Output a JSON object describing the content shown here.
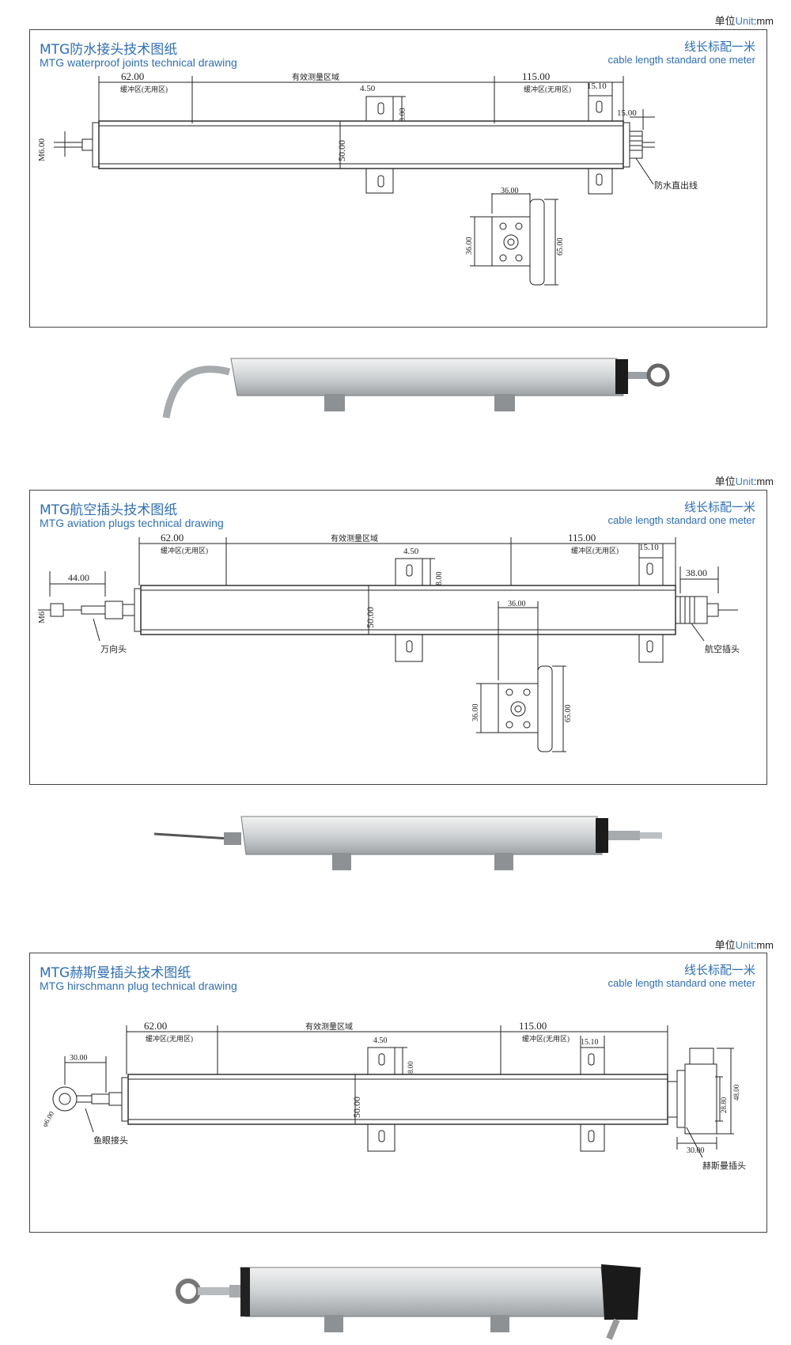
{
  "unit_label": {
    "prefix": "单位",
    "unit": "Unit",
    "suffix": ":mm"
  },
  "sections": [
    {
      "title_cn": "MTG防水接头技术图纸",
      "title_en": "MTG waterproof joints technical drawing",
      "cable_cn": "线长标配一米",
      "cable_en": "cable length standard one meter",
      "dim_left": "62.00",
      "buffer_left": "缓冲区(无用区)",
      "effective": "有效测量区域",
      "dim_right": "115.00",
      "buffer_right": "缓冲区(无用区)",
      "dim_mount_w": "15.10",
      "dim_hole": "4.50",
      "dim_hole_h": "8.00",
      "dim_height": "50.00",
      "dim_thread": "M6.00",
      "dim_end": "15.00",
      "end_label": "防水直出线",
      "dim_face_w": "36.00",
      "dim_face_h": "36.00",
      "dim_face_total": "65.00"
    },
    {
      "title_cn": "MTG航空插头技术图纸",
      "title_en": "MTG aviation plugs technical drawing",
      "cable_cn": "线长标配一米",
      "cable_en": "cable length standard one meter",
      "dim_left": "62.00",
      "buffer_left": "缓冲区(无用区)",
      "effective": "有效测量区域",
      "dim_right": "115.00",
      "buffer_right": "缓冲区(无用区)",
      "dim_mount_w": "15.10",
      "dim_hole": "4.50",
      "dim_hole_h": "8.00",
      "dim_height": "50.00",
      "dim_thread": "M6",
      "dim_rod": "44.00",
      "rod_label": "万向头",
      "dim_end": "38.00",
      "end_label": "航空插头",
      "dim_face_w": "36.00",
      "dim_face_h": "36.00",
      "dim_face_total": "65.00"
    },
    {
      "title_cn": "MTG赫斯曼插头技术图纸",
      "title_en": "MTG hirschmann plug technical drawing",
      "cable_cn": "线长标配一米",
      "cable_en": "cable length standard one meter",
      "dim_left": "62.00",
      "buffer_left": "缓冲区(无用区)",
      "effective": "有效测量区域",
      "dim_right": "115.00",
      "buffer_right": "缓冲区(无用区)",
      "dim_mount_w": "15.10",
      "dim_hole": "4.50",
      "dim_hole_h": "8.00",
      "dim_height": "50.00",
      "dim_thread": "φ6.00",
      "dim_rod": "30.00",
      "rod_label": "鱼眼接头",
      "dim_plug_w": "30.00",
      "dim_plug_h1": "28.80",
      "dim_plug_h2": "48.00",
      "end_label": "赫斯曼插头"
    }
  ]
}
